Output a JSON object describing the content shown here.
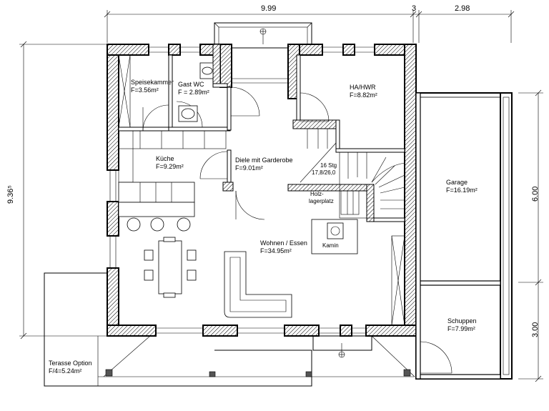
{
  "dimensions": {
    "top_left": "9.99",
    "top_mid": "3",
    "top_right": "2.98",
    "left": "9.36⁵",
    "right_upper": "6.00",
    "right_lower": "3.00"
  },
  "rooms": {
    "speisekammer": {
      "name": "Speisekammer",
      "area": "F=3.56m²"
    },
    "gast_wc": {
      "name": "Gast WC",
      "area": "F = 2.89m²"
    },
    "ha_hwr": {
      "name": "HA/HWR",
      "area": "F=8.82m²"
    },
    "kueche": {
      "name": "Küche",
      "area": "F=9.29m²"
    },
    "diele": {
      "name": "Diele mit Garderobe",
      "area": "F=9.01m²"
    },
    "garage": {
      "name": "Garage",
      "area": "F=16.19m²"
    },
    "wohnen": {
      "name": "Wohnen / Essen",
      "area": "F=34.95m²"
    },
    "schuppen": {
      "name": "Schuppen",
      "area": "F=7.99m²"
    },
    "terrasse": {
      "name": "Terasse Option",
      "area": "F/4=5.24m²"
    }
  },
  "labels": {
    "stairs_steps": "16 Stg",
    "stairs_ratio": "17,8/26,0",
    "holz_line1": "Holz-",
    "holz_line2": "lagerplatz",
    "kamin": "Kamin"
  }
}
